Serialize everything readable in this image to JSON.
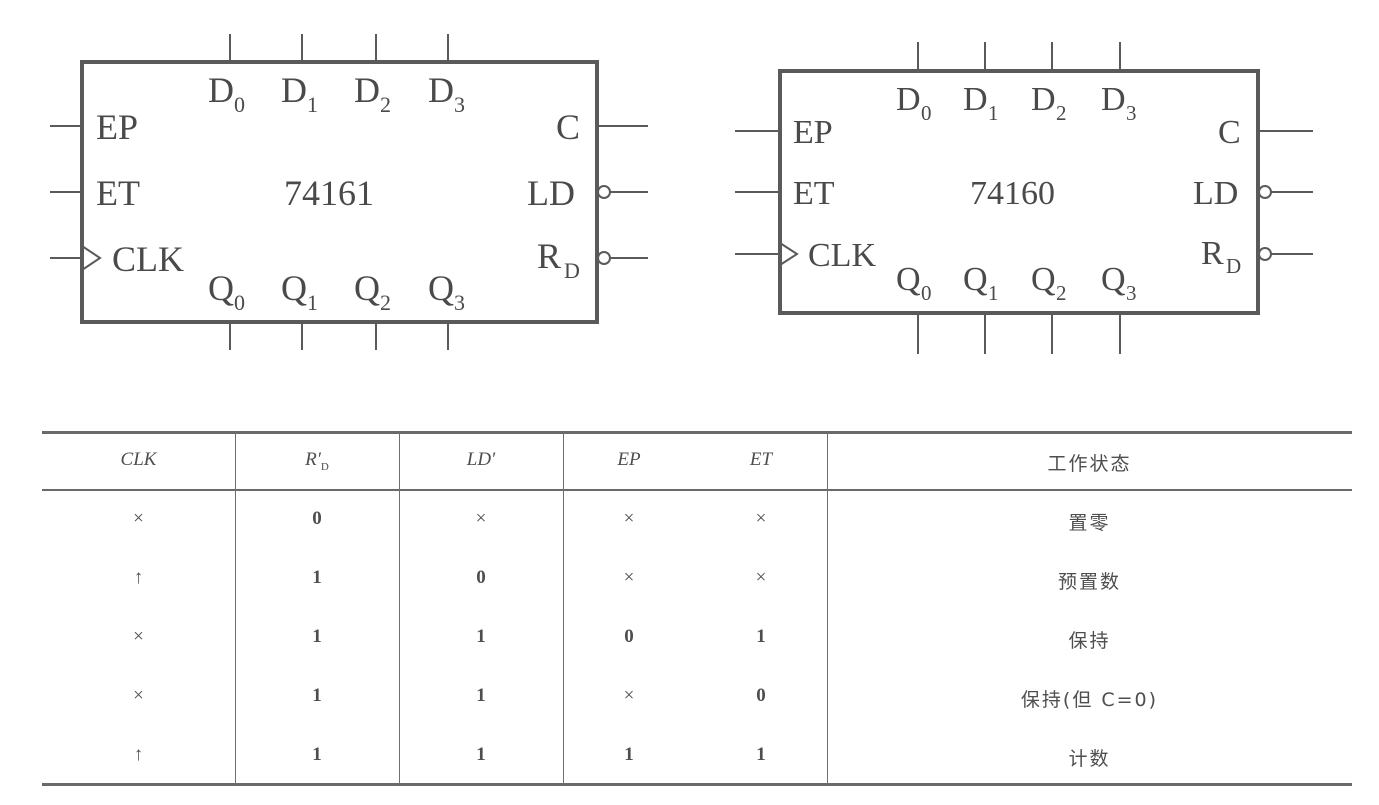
{
  "chips": [
    {
      "name": "74161",
      "label": "74161",
      "left_pins": [
        "EP",
        "ET",
        "CLK"
      ],
      "right_pins": [
        "C",
        "LD",
        "R",
        "D"
      ],
      "top_pins": [
        "D",
        "D",
        "D",
        "D"
      ],
      "top_subs": [
        "0",
        "1",
        "2",
        "3"
      ],
      "bottom_pins": [
        "Q",
        "Q",
        "Q",
        "Q"
      ],
      "bottom_subs": [
        "0",
        "1",
        "2",
        "3"
      ]
    },
    {
      "name": "74160",
      "label": "74160",
      "left_pins": [
        "EP",
        "ET",
        "CLK"
      ],
      "right_pins": [
        "C",
        "LD",
        "R",
        "D"
      ],
      "top_pins": [
        "D",
        "D",
        "D",
        "D"
      ],
      "top_subs": [
        "0",
        "1",
        "2",
        "3"
      ],
      "bottom_pins": [
        "Q",
        "Q",
        "Q",
        "Q"
      ],
      "bottom_subs": [
        "0",
        "1",
        "2",
        "3"
      ]
    }
  ],
  "table": {
    "headers": [
      "CLK",
      "R′",
      "D",
      "LD′",
      "EP",
      "ET",
      "工作状态"
    ],
    "rows": [
      {
        "clk": "×",
        "rd": "0",
        "ld": "×",
        "ep": "×",
        "et": "×",
        "state": "置零"
      },
      {
        "clk": "↑",
        "rd": "1",
        "ld": "0",
        "ep": "×",
        "et": "×",
        "state": "预置数"
      },
      {
        "clk": "×",
        "rd": "1",
        "ld": "1",
        "ep": "0",
        "et": "1",
        "state": "保持"
      },
      {
        "clk": "×",
        "rd": "1",
        "ld": "1",
        "ep": "×",
        "et": "0",
        "state": "保持(但 C=0)"
      },
      {
        "clk": "↑",
        "rd": "1",
        "ld": "1",
        "ep": "1",
        "et": "1",
        "state": "计数"
      }
    ]
  }
}
